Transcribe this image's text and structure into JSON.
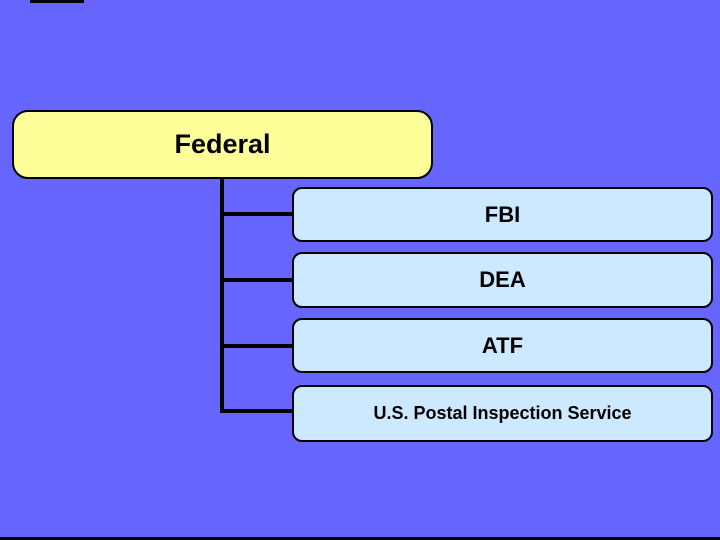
{
  "slide": {
    "background_color": "#6666ff",
    "edge_mark_color": "#000000",
    "connector_color": "#000000"
  },
  "org_chart": {
    "root": {
      "label": "Federal",
      "fill_color": "#ffff99",
      "border_color": "#000000"
    },
    "children": [
      {
        "label": "FBI"
      },
      {
        "label": "DEA"
      },
      {
        "label": "ATF"
      },
      {
        "label": "U.S. Postal Inspection Service"
      }
    ],
    "child_fill_color": "#cce9ff",
    "child_border_color": "#000000"
  }
}
